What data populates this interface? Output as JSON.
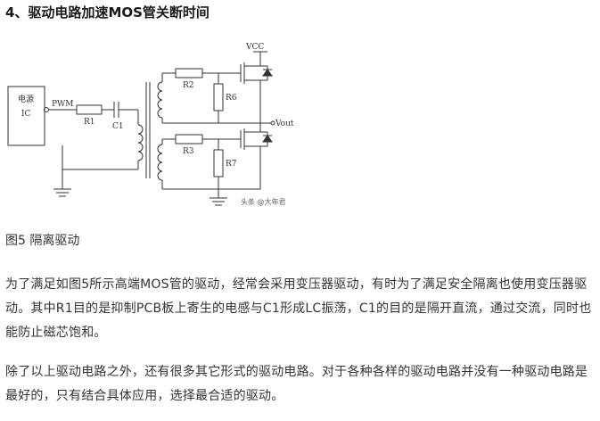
{
  "heading": "4、驱动电路加速MOS管关断时间",
  "figure": {
    "labels": {
      "ic_line1": "电源",
      "ic_line2": "IC",
      "pwm": "PWM",
      "r1": "R1",
      "c1": "C1",
      "r2": "R2",
      "r3": "R3",
      "r6": "R6",
      "r7": "R7",
      "vcc": "VCC",
      "vout": "Vout"
    },
    "watermark": "头条 @大年君"
  },
  "caption": "图5 隔离驱动",
  "paragraphs": [
    "为了满足如图5所示高端MOS管的驱动，经常会采用变压器驱动，有时为了满足安全隔离也使用变压器驱动。其中R1目的是抑制PCB板上寄生的电感与C1形成LC振荡，C1的目的是隔开直流，通过交流，同时也能防止磁芯饱和。",
    "除了以上驱动电路之外，还有很多其它形式的驱动电路。对于各种各样的驱动电路并没有一种驱动电路是最好的，只有结合具体应用，选择最合适的驱动。"
  ]
}
